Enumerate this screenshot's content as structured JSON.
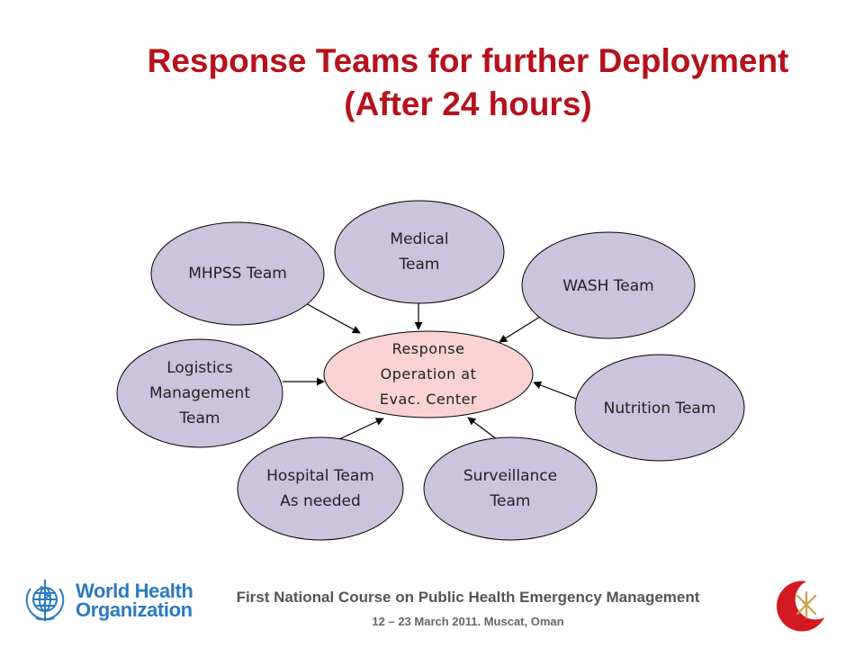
{
  "title": {
    "line1": "Response Teams for further Deployment",
    "line2": "(After 24 hours)"
  },
  "colors": {
    "title": "#b5121b",
    "team_fill": "#ccc3dc",
    "center_fill": "#fad2d2",
    "outline": "#000000"
  },
  "diagram": {
    "center": {
      "id": "center",
      "lines": [
        "Response",
        "Operation at",
        "Evac. Center"
      ]
    },
    "teams": [
      {
        "id": "medical",
        "lines": [
          "Medical",
          "Team"
        ]
      },
      {
        "id": "mhpss",
        "lines": [
          "MHPSS Team"
        ]
      },
      {
        "id": "wash",
        "lines": [
          "WASH Team"
        ]
      },
      {
        "id": "logistics",
        "lines": [
          "Logistics",
          "Management",
          "Team"
        ]
      },
      {
        "id": "nutrition",
        "lines": [
          "Nutrition Team"
        ]
      },
      {
        "id": "hospital",
        "lines": [
          "Hospital Team",
          "As needed"
        ]
      },
      {
        "id": "surveillance",
        "lines": [
          "Surveillance",
          "Team"
        ]
      }
    ],
    "edges": [
      {
        "from": "medical",
        "to": "center"
      },
      {
        "from": "mhpss",
        "to": "center"
      },
      {
        "from": "wash",
        "to": "center"
      },
      {
        "from": "logistics",
        "to": "center"
      },
      {
        "from": "nutrition",
        "to": "center"
      },
      {
        "from": "hospital",
        "to": "center"
      },
      {
        "from": "surveillance",
        "to": "center"
      }
    ]
  },
  "footer": {
    "course": "First National Course on Public Health Emergency Management",
    "dates": "12 – 23 March 2011. Muscat, Oman"
  },
  "logos": {
    "who": {
      "icon": "who-emblem-icon",
      "line1": "World Health",
      "line2": "Organization"
    },
    "oman": {
      "icon": "red-crescent-emblem-icon"
    }
  }
}
